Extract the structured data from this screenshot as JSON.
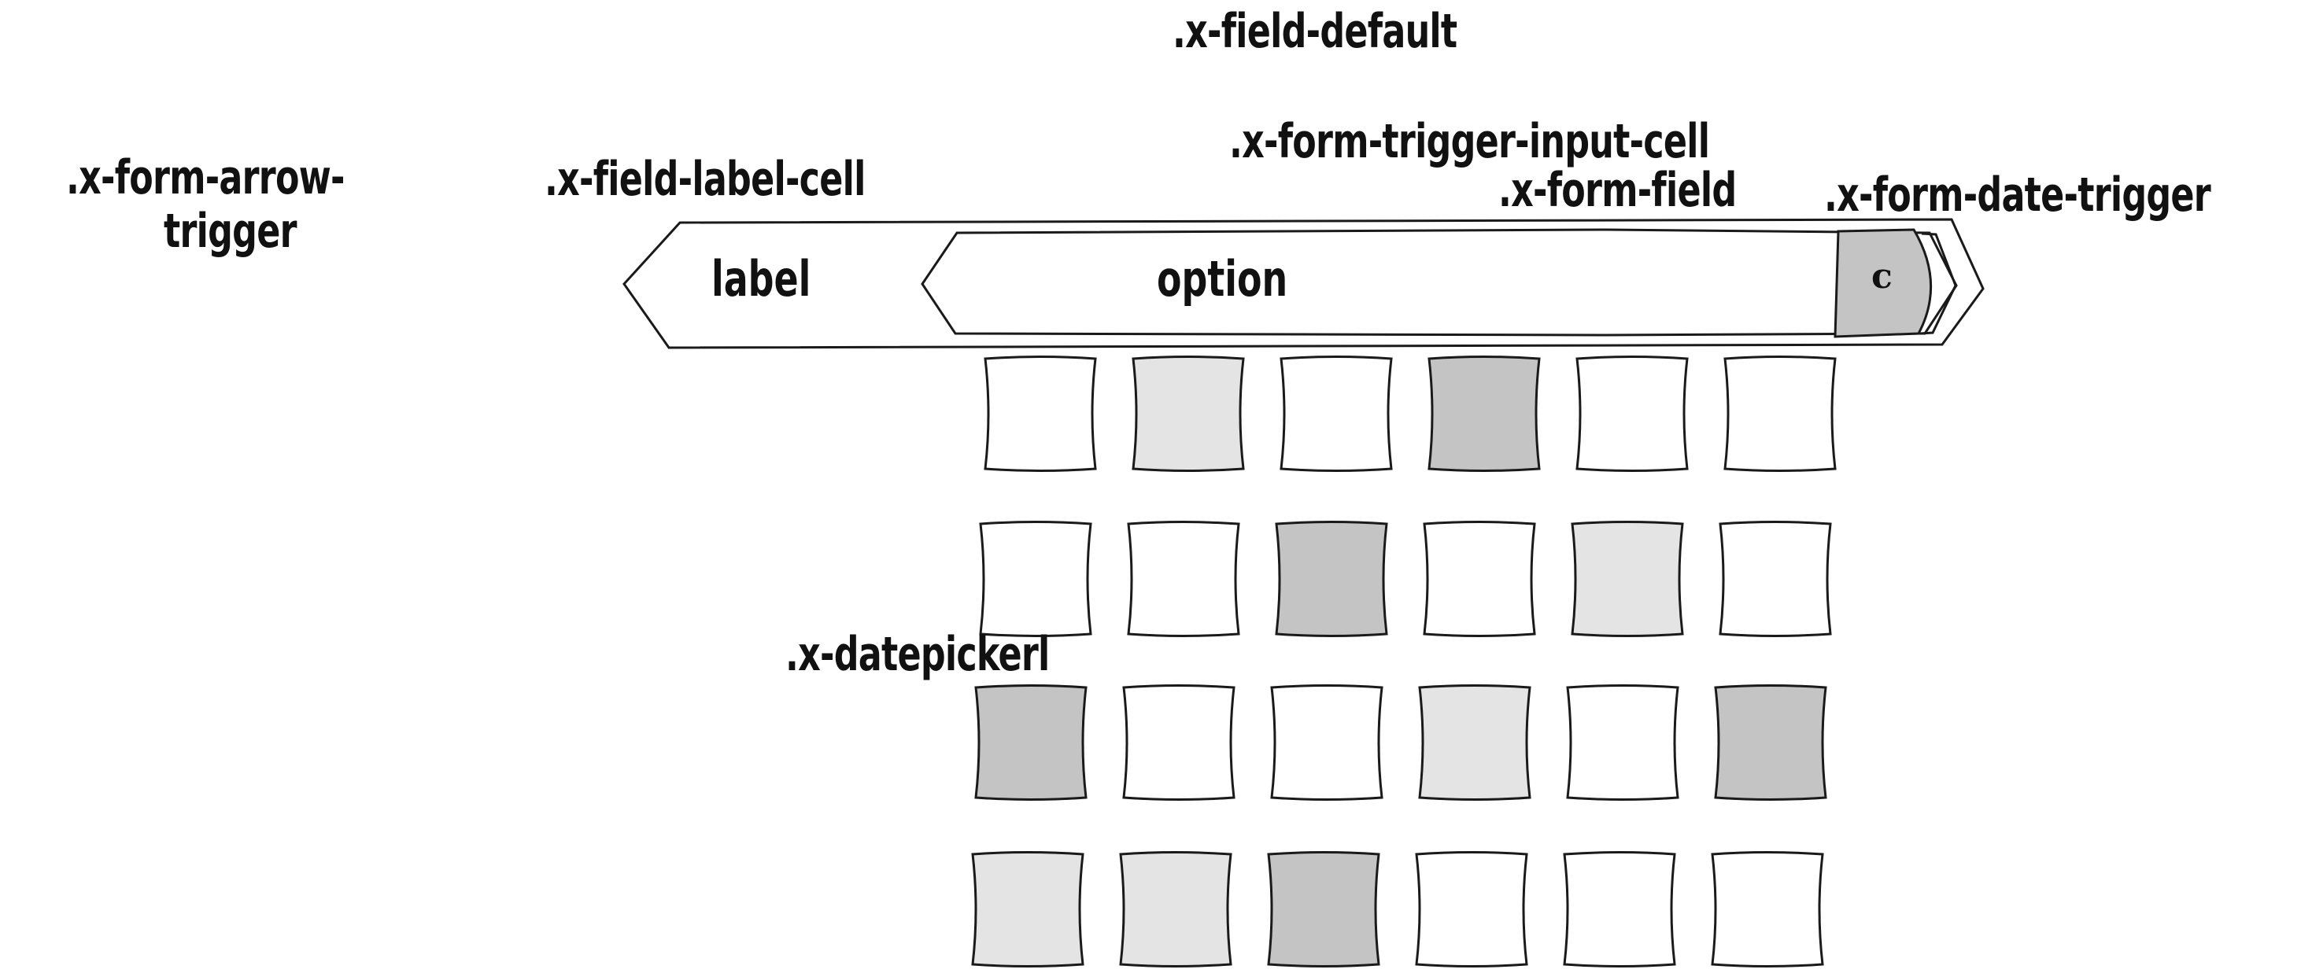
{
  "annotations": {
    "field_default": ".x-field-default",
    "form_trigger_input_cell": ".x-form-trigger-input-cell",
    "form_arrow_trigger_line1": ".x-form-arrow-",
    "form_arrow_trigger_line2": "trigger",
    "field_label_cell": ".x-field-label-cell",
    "form_field": ".x-form-field",
    "form_date_trigger": ".x-form-date-trigger",
    "datepicker": ".x-datepickerl"
  },
  "field": {
    "label": "label",
    "value": "option",
    "trigger_glyph": "c"
  },
  "colors": {
    "stroke": "#1a1a1a",
    "white": "#ffffff",
    "light": "#e4e4e4",
    "dark": "#c4c4c4"
  },
  "datepicker_grid": {
    "rows": 4,
    "cols": 6,
    "cells": [
      [
        "white",
        "light",
        "white",
        "dark",
        "white",
        "white"
      ],
      [
        "white",
        "white",
        "dark",
        "white",
        "light",
        "white"
      ],
      [
        "dark",
        "white",
        "white",
        "light",
        "white",
        "dark"
      ],
      [
        "light",
        "light",
        "dark",
        "white",
        "white",
        "white"
      ]
    ]
  }
}
